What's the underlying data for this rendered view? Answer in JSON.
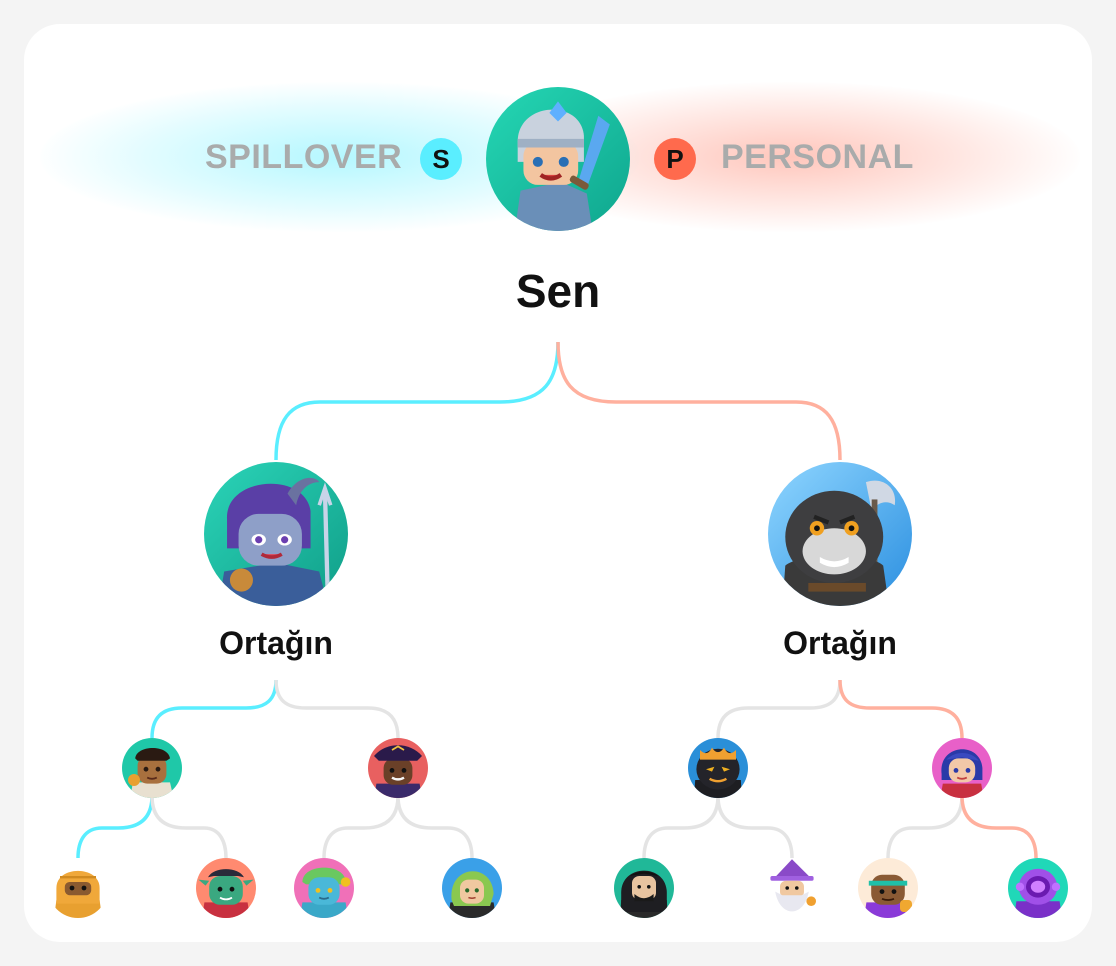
{
  "legend": {
    "left_label": "SPILLOVER",
    "left_badge": "S",
    "left_color": "#5aeeff",
    "right_label": "PERSONAL",
    "right_badge": "P",
    "right_color": "#ff6a4d"
  },
  "root": {
    "label": "Sen",
    "icon": "knight-avatar"
  },
  "partners": [
    {
      "label": "Ortağın",
      "icon": "purple-horned-warrior-avatar"
    },
    {
      "label": "Ortağın",
      "icon": "gorilla-axe-avatar"
    }
  ],
  "level2": [
    {
      "icon": "adventurer-avatar"
    },
    {
      "icon": "pirate-captain-avatar"
    },
    {
      "icon": "shadow-beast-avatar"
    },
    {
      "icon": "blue-hair-heroine-avatar"
    }
  ],
  "level3": [
    {
      "icon": "desert-nomad-avatar"
    },
    {
      "icon": "green-goblin-avatar"
    },
    {
      "icon": "blue-dryad-avatar"
    },
    {
      "icon": "green-hair-elf-avatar"
    },
    {
      "icon": "hooded-assassin-avatar"
    },
    {
      "icon": "old-wizard-avatar"
    },
    {
      "icon": "boxer-avatar"
    },
    {
      "icon": "purple-robot-avatar"
    }
  ],
  "colors": {
    "spillover_line": "#5aeeff",
    "personal_line": "#ffb09e",
    "neutral_line": "#e4e4e4"
  }
}
